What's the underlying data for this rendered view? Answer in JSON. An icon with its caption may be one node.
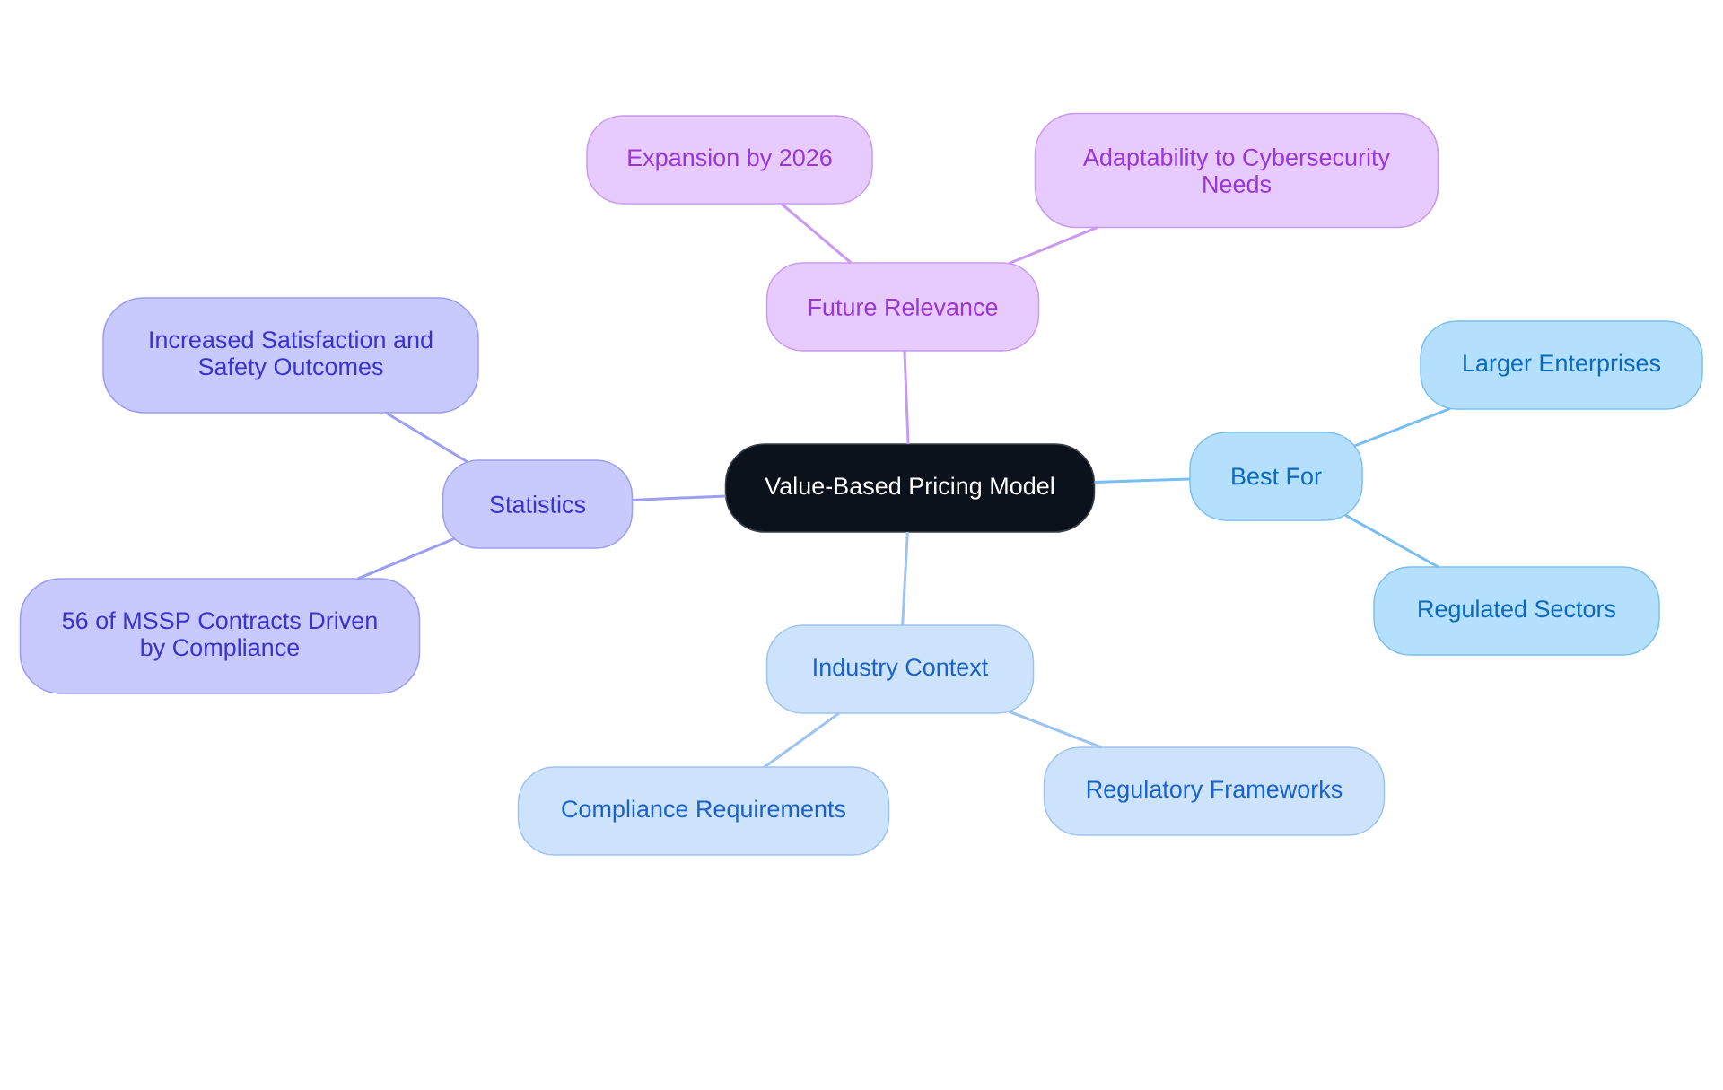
{
  "diagram": {
    "nodes": [
      {
        "text": [
          "Value-Based Pricing Model"
        ]
      },
      {
        "text": [
          "Future Relevance"
        ]
      },
      {
        "text": [
          "Expansion by 2026"
        ]
      },
      {
        "text": [
          "Adaptability to Cybersecurity Needs"
        ]
      },
      {
        "text": [
          "Statistics"
        ]
      },
      {
        "text": [
          "Increased Satisfaction and Safety Outcomes"
        ]
      },
      {
        "text": [
          "56 of MSSP Contracts Driven by Compliance"
        ]
      },
      {
        "text": [
          "Best For"
        ]
      },
      {
        "text": [
          "Larger Enterprises"
        ]
      },
      {
        "text": [
          "Regulated Sectors"
        ]
      },
      {
        "text": [
          "Industry Context"
        ]
      },
      {
        "text": [
          "Compliance Requirements"
        ]
      },
      {
        "text": [
          "Regulatory Frameworks"
        ]
      }
    ],
    "edges": [
      {
        "from": 0,
        "to": 1,
        "arrow": "none",
        "color": "#c89bf0"
      },
      {
        "from": 1,
        "to": 2,
        "arrow": "none",
        "color": "#c89bf0"
      },
      {
        "from": 1,
        "to": 3,
        "arrow": "none",
        "color": "#c89bf0"
      },
      {
        "from": 0,
        "to": 4,
        "arrow": "none",
        "color": "#9c9ef0"
      },
      {
        "from": 4,
        "to": 5,
        "arrow": "none",
        "color": "#9c9ef0"
      },
      {
        "from": 4,
        "to": 6,
        "arrow": "none",
        "color": "#9c9ef0"
      },
      {
        "from": 0,
        "to": 7,
        "arrow": "none",
        "color": "#78bef0"
      },
      {
        "from": 7,
        "to": 8,
        "arrow": "none",
        "color": "#78bef0"
      },
      {
        "from": 7,
        "to": 9,
        "arrow": "none",
        "color": "#78bef0"
      },
      {
        "from": 0,
        "to": 10,
        "arrow": "none",
        "color": "#9dc4f1"
      },
      {
        "from": 10,
        "to": 11,
        "arrow": "none",
        "color": "#9dc4f1"
      },
      {
        "from": 10,
        "to": 12,
        "arrow": "none",
        "color": "#9dc4f1"
      }
    ]
  }
}
